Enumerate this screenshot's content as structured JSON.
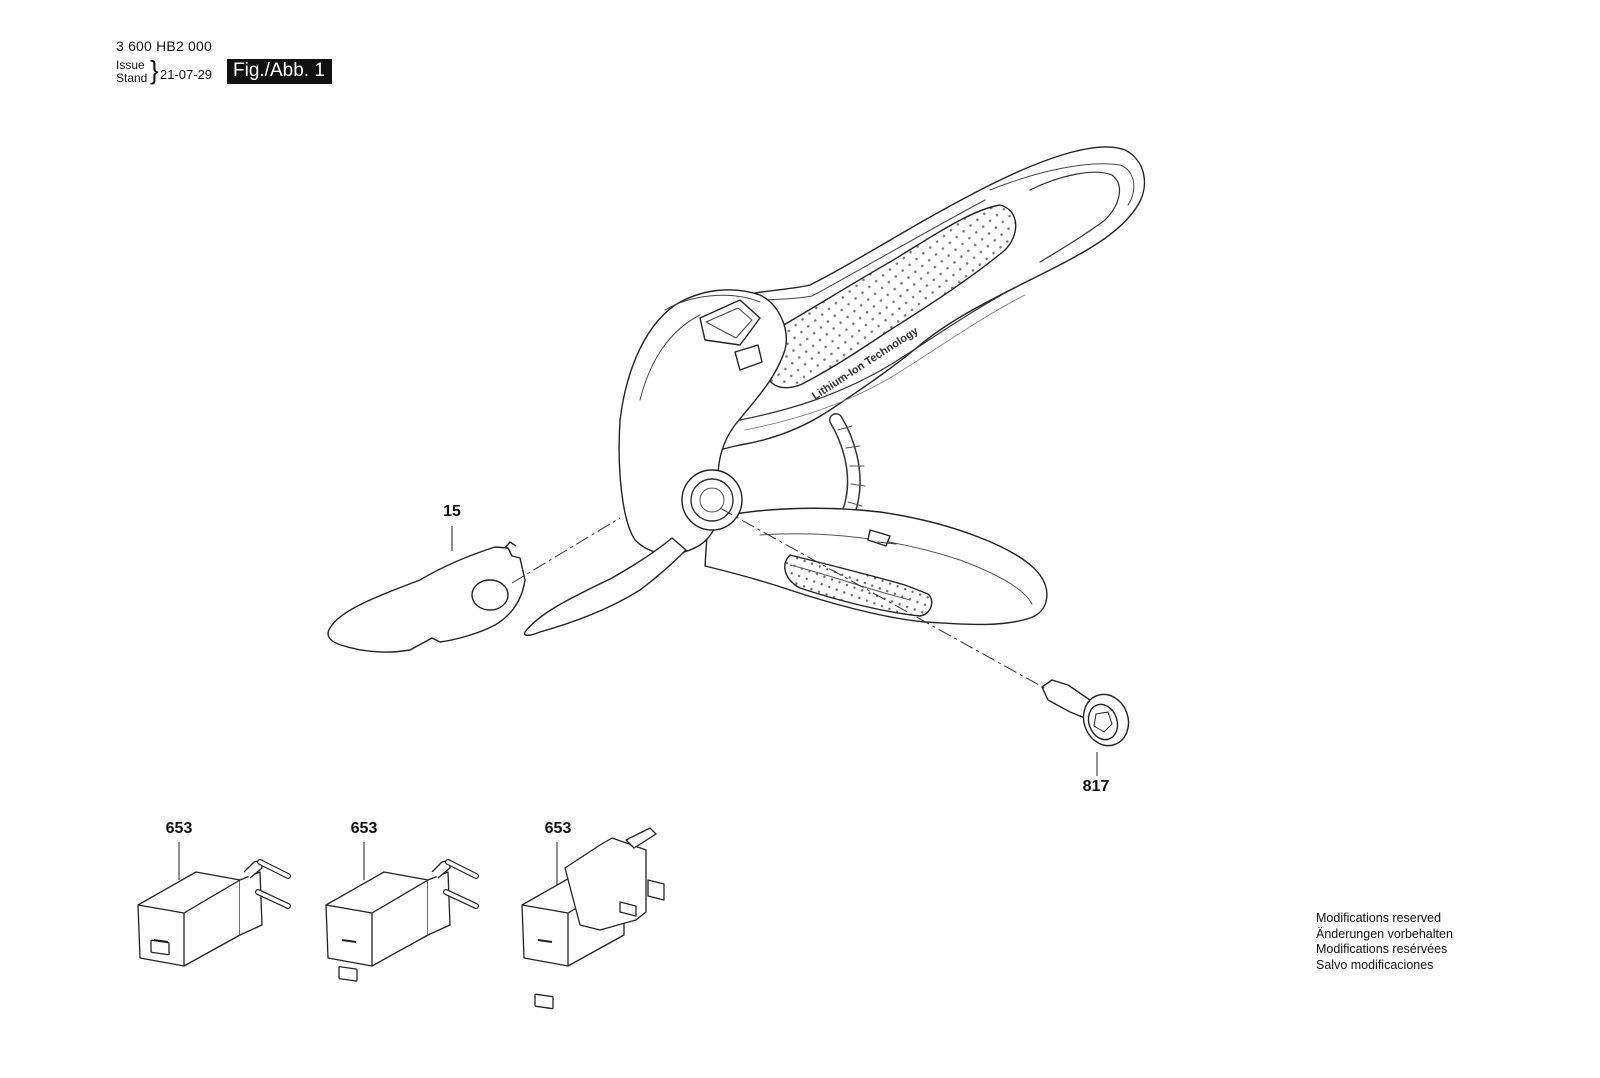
{
  "header": {
    "doc_number": "3 600 HB2 000",
    "issue_label": "Issue",
    "stand_label": "Stand",
    "date": "21-07-29",
    "figure": "Fig./Abb. 1"
  },
  "tool_text": "Lithium-Ion Technology",
  "parts": [
    {
      "label": "15",
      "name": "blade-cover"
    },
    {
      "label": "817",
      "name": "pivot-bolt"
    },
    {
      "label": "653",
      "name": "charger-eu-1"
    },
    {
      "label": "653",
      "name": "charger-eu-2"
    },
    {
      "label": "653",
      "name": "charger-uk"
    }
  ],
  "disclaimer": [
    "Modifications reserved",
    "Änderungen vorbehalten",
    "Modifications resérvées",
    "Salvo modificaciones"
  ]
}
